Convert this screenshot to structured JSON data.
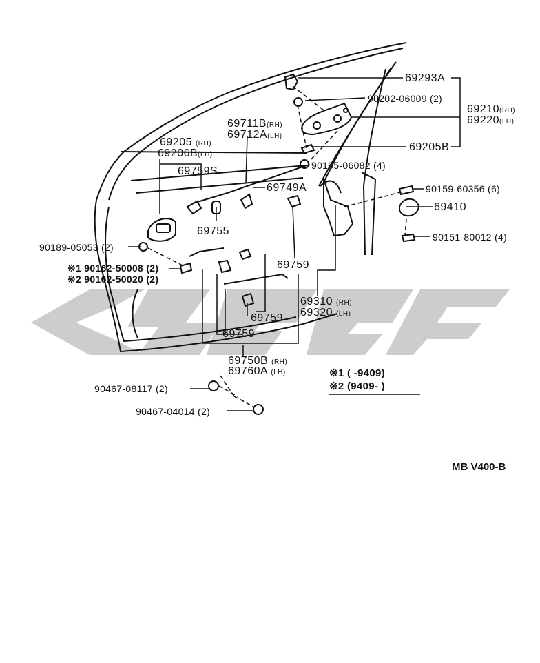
{
  "diagram_code": "MB  V400-B",
  "parts": {
    "p69293A": "69293A",
    "p90202_06009": "90202-06009 (2)",
    "p69210": "69210",
    "p69210_sfx": "(RH)",
    "p69220": "69220",
    "p69220_sfx": "(LH)",
    "p69711B": "69711B",
    "p69711B_sfx": "(RH)",
    "p69712A": "69712A",
    "p69712A_sfx": "(LH)",
    "p69205": "69205",
    "p69205_sfx": "(RH)",
    "p69206B": "69206B",
    "p69206B_sfx": "(LH)",
    "p69205B": "69205B",
    "p69759S": "69759S",
    "p90105_06082": "90105-06082 (4)",
    "p69749A": "69749A",
    "p90159_60356": "90159-60356 (6)",
    "p69755": "69755",
    "p69410": "69410",
    "p90151_80012": "90151-80012 (4)",
    "p90189_05053": "90189-05053 (2)",
    "p69759_a": "69759",
    "p90162_50008": "※1 90162-50008 (2)",
    "p90162_50020": "※2 90162-50020 (2)",
    "p69310": "69310",
    "p69310_sfx": "(RH)",
    "p69320": "69320",
    "p69320_sfx": "(LH)",
    "p69759_b": "69759",
    "p69759_c": "69759",
    "p69750B": "69750B",
    "p69750B_sfx": "(RH)",
    "p69760A": "69760A",
    "p69760A_sfx": "(LH)",
    "p90467_08117": "90467-08117 (2)",
    "p90467_04014": "90467-04014 (2)"
  },
  "footnotes": {
    "note1_mark": "※1",
    "note1_range": "(        -9409)",
    "note2_mark": "※2",
    "note2_range": "(9409-        )"
  },
  "watermark": {
    "color": "#c8c8c8"
  }
}
